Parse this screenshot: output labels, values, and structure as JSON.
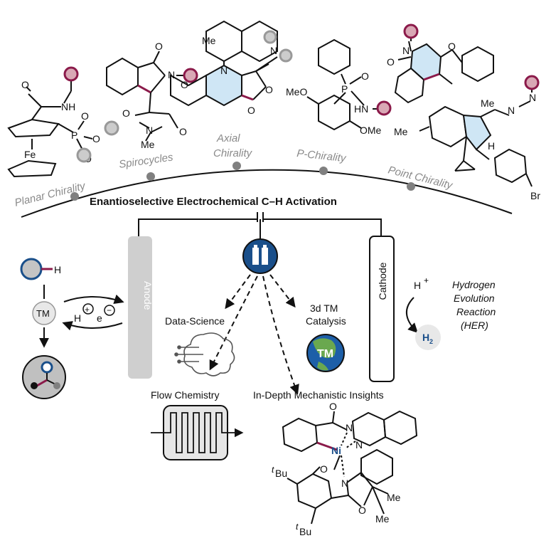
{
  "title": "Enantioselective Electrochemical C–H Activation",
  "arc_labels": [
    "Planar Chirality",
    "Spirocycles",
    "Axial Chirality",
    "P-Chirality",
    "Point Chirality"
  ],
  "electrodes": {
    "anode": "Anode",
    "cathode": "Cathode"
  },
  "branches": {
    "data_science": "Data-Science",
    "tm_catalysis": "3d TM Catalysis",
    "flow": "Flow Chemistry",
    "mechanistic": "In-Depth Mechanistic Insights"
  },
  "her": {
    "line1": "Hydrogen",
    "line2": "Evolution",
    "line3": "Reaction",
    "line4": "(HER)"
  },
  "cycle": {
    "tm": "TM",
    "h": "H",
    "e": "e",
    "hplus": "H",
    "h2": "H"
  },
  "globe_tm": "TM",
  "atoms": {
    "fe": "Fe",
    "nh": "NH",
    "p": "P",
    "o": "O",
    "n": "N",
    "me": "Me",
    "meo": "MeO",
    "ome": "OMe",
    "hn": "HN",
    "br": "Br",
    "h": "H",
    "ni": "Ni",
    "tbu": "Bu",
    "t": "t"
  },
  "colors": {
    "accent": "#8b1a4a",
    "blue_ring": "#cfe6f5",
    "node": "#808080",
    "ni": "#1a4f8a"
  }
}
